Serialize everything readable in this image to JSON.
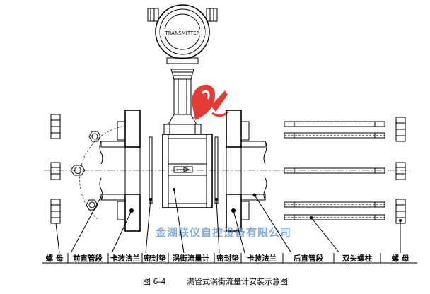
{
  "labels": {
    "nut_left": "螺  母",
    "front_pipe": "前直管段",
    "clamp_flange_left": "卡装法兰",
    "gasket_left": "密封垫",
    "vortex_meter": "涡街流量计",
    "gasket_right": "密封垫",
    "clamp_flange_right": "卡装法兰",
    "rear_pipe": "后直管段",
    "stud_bolt": "双头螺柱",
    "nut_right": "螺  母"
  },
  "transmitter_text": "TRANSMITTER",
  "watermark": "金湖联仪自控设备有限公司",
  "caption": {
    "number": "图 6-4",
    "title": "满管式涡街流量计安装示意图"
  },
  "colors": {
    "line": "#000000",
    "hatch": "#000000",
    "logo": "#e0201b",
    "watermark": "#6f9ad0"
  }
}
